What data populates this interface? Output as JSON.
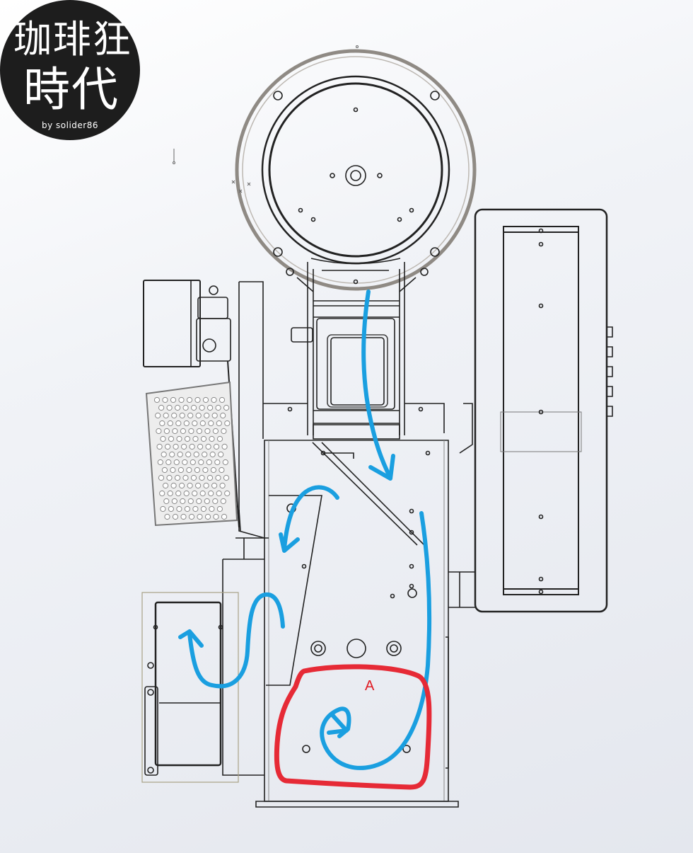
{
  "logo": {
    "line1": "珈琲狂",
    "line2": "時代",
    "byline": "by solider86"
  },
  "annotation": {
    "label": "A",
    "highlight_color": "#e62a36",
    "flow_color": "#1a9fe0"
  }
}
